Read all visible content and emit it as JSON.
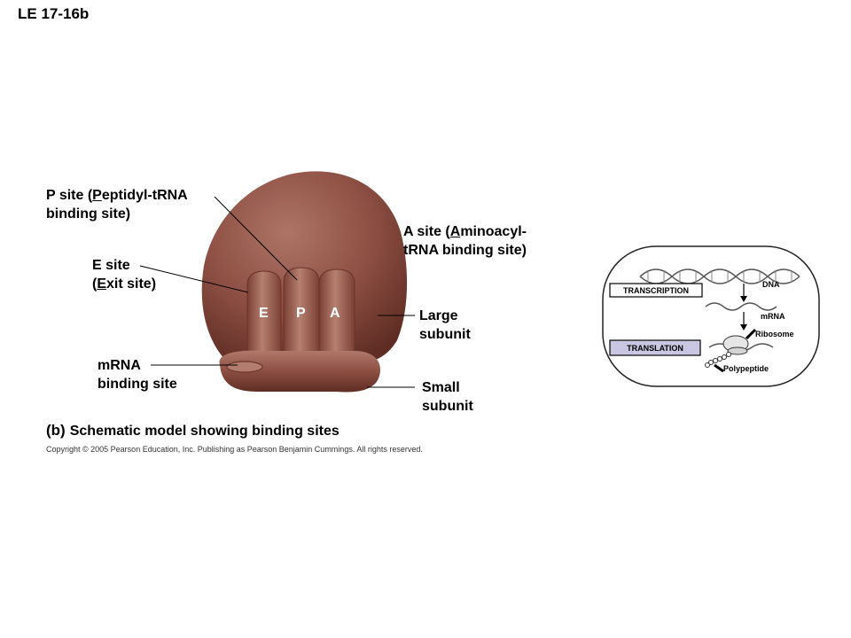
{
  "figure_label": "LE 17-16b",
  "labels": {
    "p_site": {
      "pre": "P site (",
      "key": "P",
      "rest": "eptidyl-tRNA",
      "line2": "binding site)"
    },
    "e_site": {
      "line1": "E site",
      "pre": "(",
      "key": "E",
      "rest": "xit site",
      "post": ")"
    },
    "mrna_site": {
      "line1": "mRNA",
      "line2": "binding site"
    },
    "a_site": {
      "pre": "A site (",
      "key": "A",
      "rest": "minoacyl-",
      "line2": "tRNA binding site)"
    },
    "large_subunit": {
      "line1": "Large",
      "line2": "subunit"
    },
    "small_subunit": {
      "line1": "Small",
      "line2": "subunit"
    }
  },
  "site_letters": [
    "E",
    "P",
    "A"
  ],
  "caption": {
    "tag": "(b)",
    "text": "Schematic model showing binding sites"
  },
  "copyright": "Copyright © 2005 Pearson Education, Inc. Publishing as Pearson Benjamin Cummings. All rights reserved.",
  "inset": {
    "transcription": "TRANSCRIPTION",
    "translation": "TRANSLATION",
    "dna": "DNA",
    "mrna": "mRNA",
    "ribosome": "Ribosome",
    "polypeptide": "Polypeptide"
  },
  "colors": {
    "ribosome_body": "#8f5145",
    "ribosome_highlight": "#b98274",
    "ribosome_shadow": "#5e2d24",
    "translation_box": "#c9c6e3"
  }
}
